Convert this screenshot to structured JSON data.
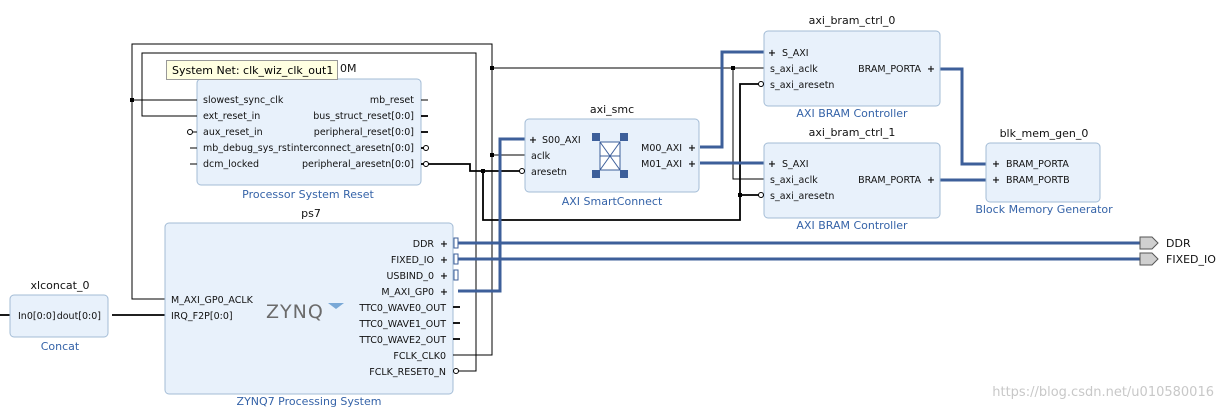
{
  "tooltip": "System Net: clk_wiz_clk_out1",
  "rst": {
    "name_suffix": "0M",
    "subtitle": "Processor System Reset",
    "ports_left": [
      "slowest_sync_clk",
      "ext_reset_in",
      "aux_reset_in",
      "mb_debug_sys_rst",
      "dcm_locked"
    ],
    "ports_right": [
      "mb_reset",
      "bus_struct_reset[0:0]",
      "peripheral_reset[0:0]",
      "interconnect_aresetn[0:0]",
      "peripheral_aresetn[0:0]"
    ]
  },
  "smc": {
    "name": "axi_smc",
    "subtitle": "AXI SmartConnect",
    "ports_left": [
      "S00_AXI",
      "aclk",
      "aresetn"
    ],
    "ports_right": [
      "M00_AXI",
      "M01_AXI"
    ]
  },
  "bram0": {
    "name": "axi_bram_ctrl_0",
    "subtitle": "AXI BRAM Controller",
    "ports_left": [
      "S_AXI",
      "s_axi_aclk",
      "s_axi_aresetn"
    ],
    "port_right": "BRAM_PORTA"
  },
  "bram1": {
    "name": "axi_bram_ctrl_1",
    "subtitle": "AXI BRAM Controller",
    "ports_left": [
      "S_AXI",
      "s_axi_aclk",
      "s_axi_aresetn"
    ],
    "port_right": "BRAM_PORTA"
  },
  "mem": {
    "name": "blk_mem_gen_0",
    "subtitle": "Block Memory Generator",
    "ports_left": [
      "BRAM_PORTA",
      "BRAM_PORTB"
    ]
  },
  "ps7": {
    "name": "ps7",
    "subtitle": "ZYNQ7 Processing System",
    "logo": "ZYNQ",
    "ports_left": [
      "M_AXI_GP0_ACLK",
      "IRQ_F2P[0:0]"
    ],
    "ports_right": [
      "DDR",
      "FIXED_IO",
      "USBIND_0",
      "M_AXI_GP0",
      "TTC0_WAVE0_OUT",
      "TTC0_WAVE1_OUT",
      "TTC0_WAVE2_OUT",
      "FCLK_CLK0",
      "FCLK_RESET0_N"
    ]
  },
  "concat": {
    "name": "xlconcat_0",
    "subtitle": "Concat",
    "port_left": "In0[0:0]",
    "port_right": "dout[0:0]"
  },
  "external_ports": [
    "DDR",
    "FIXED_IO"
  ],
  "watermark": "https://blog.csdn.net/u010580016",
  "colors": {
    "block_fill": "#e8f1fb",
    "block_stroke": "#a3bcd6",
    "bus": "#3d5f9a",
    "subtitle": "#3563a8"
  }
}
